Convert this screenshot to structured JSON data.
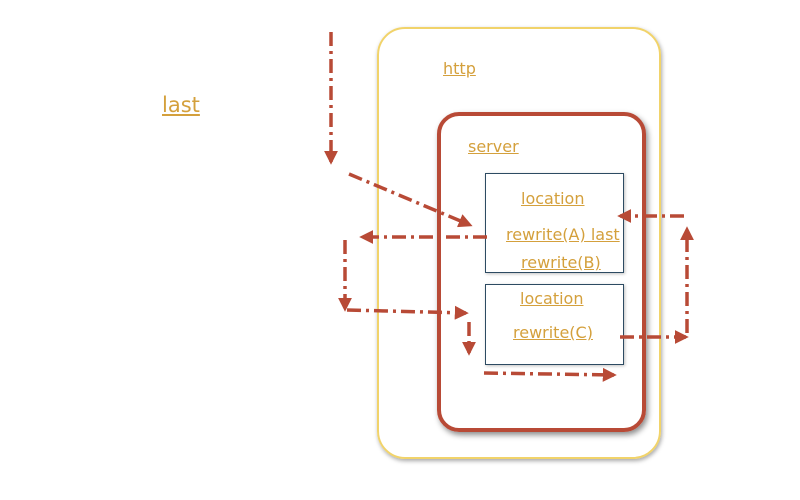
{
  "title": "last",
  "http_label": "http",
  "server_label": "server",
  "location1": {
    "label": "location",
    "rewrite_a": "rewrite(A) last",
    "rewrite_b": "rewrite(B)"
  },
  "location2": {
    "label": "location",
    "rewrite_c": "rewrite(C)"
  },
  "colors": {
    "arrow": "#b84a36",
    "text": "#d4a03c",
    "http_border": "#f1d36a",
    "server_border": "#b84a36",
    "location_border": "#2d4b62"
  }
}
